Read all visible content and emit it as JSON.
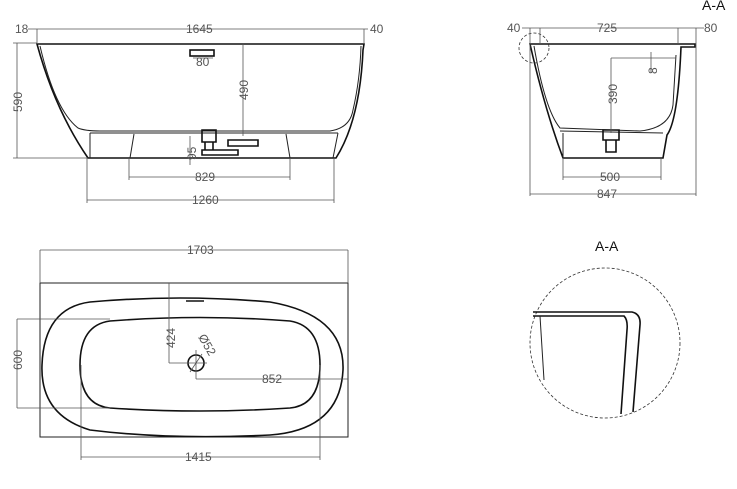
{
  "front_view": {
    "dims": {
      "left_rim": "18",
      "length": "1645",
      "right_rim": "40",
      "overflow": "80",
      "depth": "490",
      "height": "590",
      "drain_height": "95",
      "base_inner": "829",
      "base_outer": "1260"
    }
  },
  "section_view": {
    "title": "A-A",
    "dims": {
      "left_rim": "40",
      "width": "725",
      "ledge": "80",
      "depth": "390",
      "wall": "8",
      "base": "500",
      "total_width": "847"
    }
  },
  "top_view": {
    "dims": {
      "length": "1703",
      "width": "600",
      "drain_from_wall": "424",
      "drain_diameter": "Ø52",
      "drain_from_end": "852",
      "inner_length": "1415"
    }
  },
  "detail_view": {
    "title": "A-A"
  }
}
